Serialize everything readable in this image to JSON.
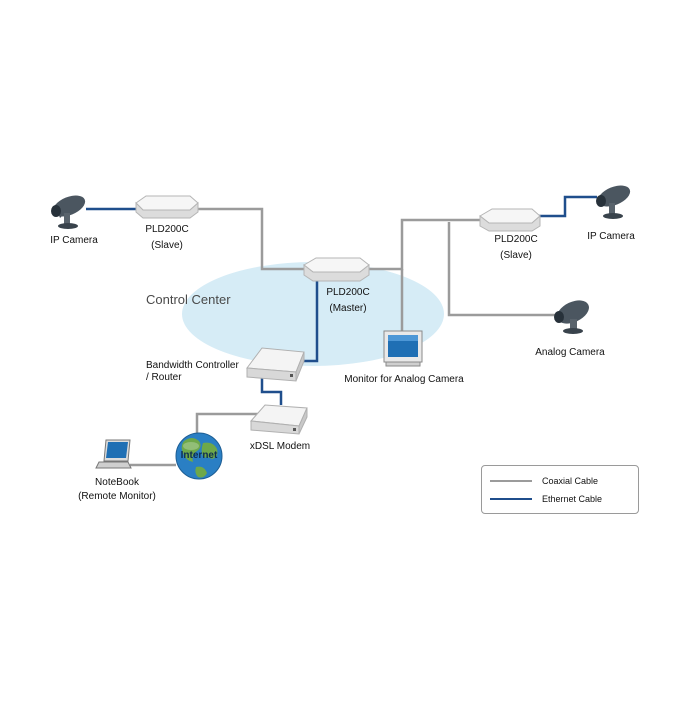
{
  "diagram": {
    "zone_label": "Control Center",
    "nodes": {
      "ip_camera_left": "IP Camera",
      "pld_slave_left": [
        "PLD200C",
        "(Slave)"
      ],
      "pld_master": [
        "PLD200C",
        "(Master)"
      ],
      "pld_slave_right": [
        "PLD200C",
        "(Slave)"
      ],
      "ip_camera_right": "IP Camera",
      "analog_camera": "Analog Camera",
      "monitor": "Monitor for Analog Camera",
      "router": [
        "Bandwidth Controller",
        "/ Router"
      ],
      "modem": "xDSL Modem",
      "internet": "Internet",
      "notebook": [
        "NoteBook",
        "(Remote Monitor)"
      ]
    },
    "legend": [
      {
        "label": "Coaxial Cable",
        "color": "#9b9b9b"
      },
      {
        "label": "Ethernet Cable",
        "color": "#1f4e8c"
      }
    ]
  }
}
